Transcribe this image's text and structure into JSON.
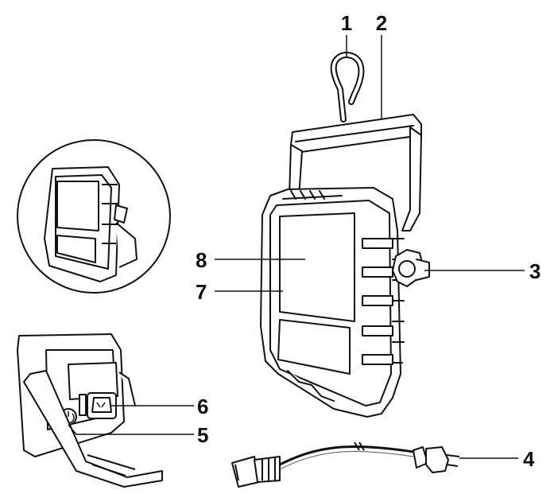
{
  "colors": {
    "stroke": "#111111",
    "fill": "#ffffff",
    "leader": "#111111"
  },
  "callouts": [
    {
      "id": "1",
      "label": "1"
    },
    {
      "id": "2",
      "label": "2"
    },
    {
      "id": "3",
      "label": "3"
    },
    {
      "id": "4",
      "label": "4"
    },
    {
      "id": "5",
      "label": "5"
    },
    {
      "id": "6",
      "label": "6"
    },
    {
      "id": "7",
      "label": "7"
    },
    {
      "id": "8",
      "label": "8"
    }
  ],
  "icons": [
    "hook-icon",
    "stand-icon",
    "knob-icon",
    "power-cord-icon",
    "power-button-icon",
    "power-socket-icon",
    "led-panel-icon"
  ]
}
